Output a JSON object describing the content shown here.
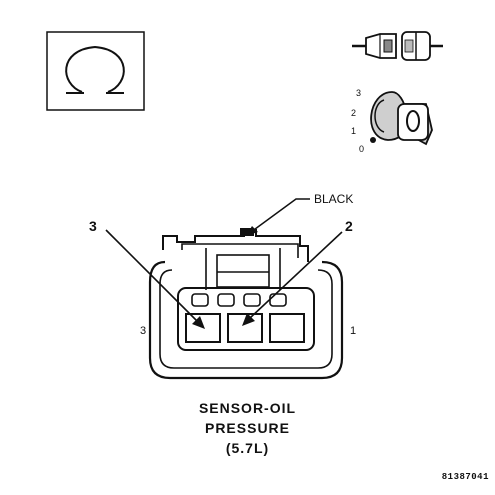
{
  "legend_key": {
    "symbol": "Ω"
  },
  "labels": {
    "black": "BLACK",
    "pin_3_callout": "3",
    "pin_2_callout": "2",
    "pin_3_face": "3",
    "pin_1_face": "1",
    "key_positions": [
      "3",
      "2",
      "1",
      "0"
    ]
  },
  "caption": {
    "line1": "SENSOR-OIL",
    "line2": "PRESSURE",
    "line3": "(5.7L)"
  },
  "figure_number": "81387041"
}
